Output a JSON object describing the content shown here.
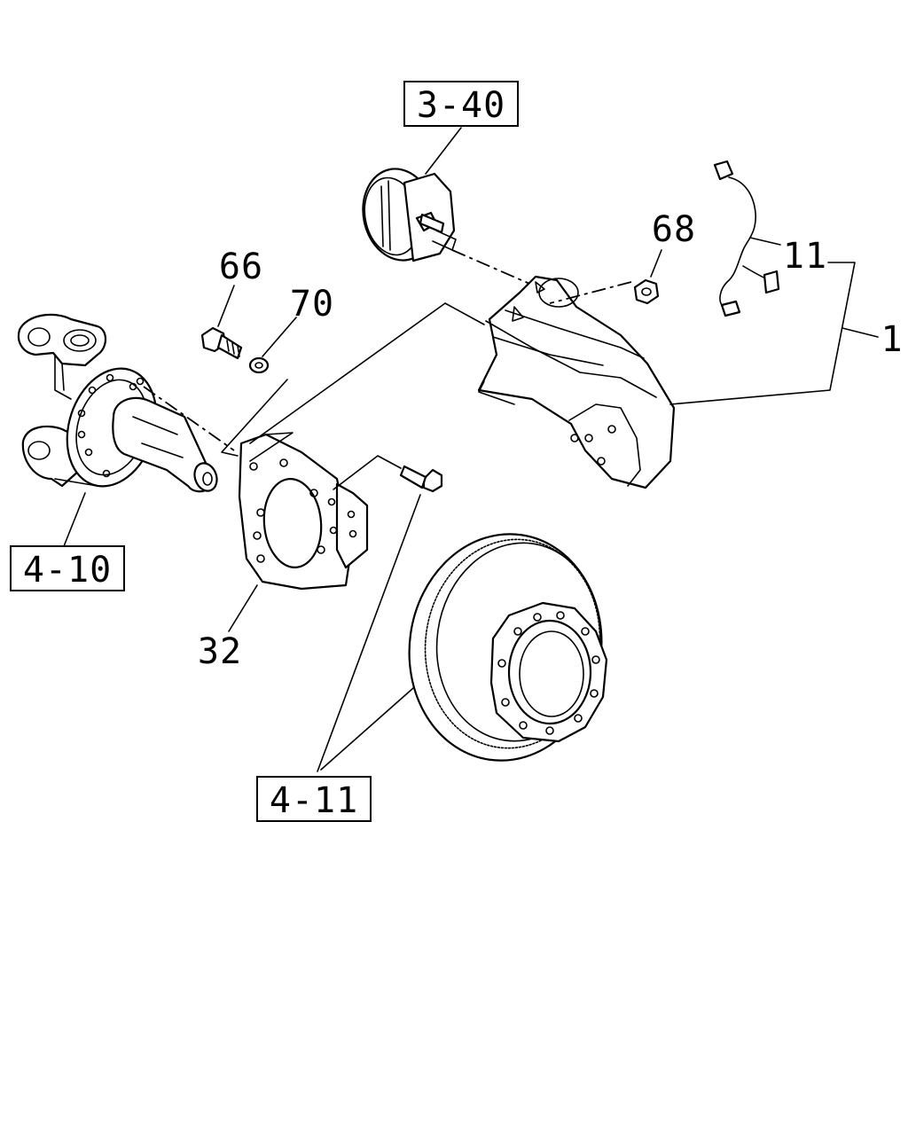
{
  "callouts": {
    "ref_3_40": "3-40",
    "ref_4_10": "4-10",
    "ref_4_11": "4-11",
    "part_1": "1",
    "part_11": "11",
    "part_32": "32",
    "part_66": "66",
    "part_68": "68",
    "part_70": "70"
  }
}
